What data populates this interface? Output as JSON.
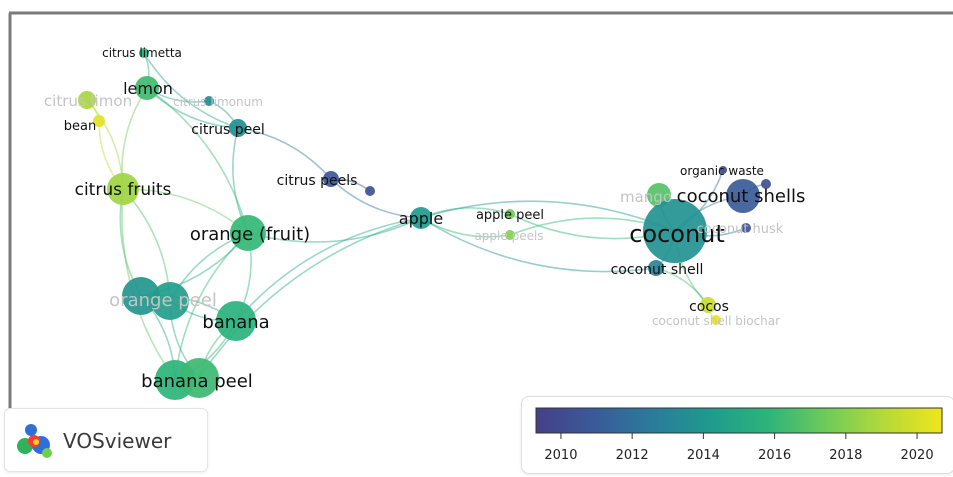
{
  "app": {
    "name": "VOSviewer"
  },
  "colors": {
    "edge": "#9ed6d0",
    "edge_blue": "#aebde2",
    "edge_yellow": "#dde98a",
    "frame": "#777777"
  },
  "network": {
    "nodes": [
      {
        "id": "citrus-limetta",
        "label": "citrus limetta",
        "year": 2015.5,
        "faded": false
      },
      {
        "id": "lemon",
        "label": "lemon",
        "year": 2016.3,
        "faded": false
      },
      {
        "id": "citrus-limon",
        "label": "citrus limon",
        "year": 2018.8,
        "faded": true
      },
      {
        "id": "citrus-limonum",
        "label": "citrus limonum",
        "year": 2013.4,
        "faded": true
      },
      {
        "id": "bean",
        "label": "bean",
        "year": 2020.3,
        "faded": false
      },
      {
        "id": "citrus-peel",
        "label": "citrus peel",
        "year": 2013.6,
        "faded": false
      },
      {
        "id": "citrus-fruits",
        "label": "citrus fruits",
        "year": 2018.6,
        "faded": false
      },
      {
        "id": "citrus-peels",
        "label": "citrus peels",
        "year": 2010.8,
        "faded": false
      },
      {
        "id": "citrus-peels-2",
        "label": "",
        "year": 2010.5,
        "faded": false
      },
      {
        "id": "orange-fruit",
        "label": "orange (fruit)",
        "year": 2016.0,
        "faded": false
      },
      {
        "id": "apple",
        "label": "apple",
        "year": 2014.2,
        "faded": false
      },
      {
        "id": "apple-peel",
        "label": "apple peel",
        "year": 2017.5,
        "faded": false
      },
      {
        "id": "apple-peels",
        "label": "apple peels",
        "year": 2018.0,
        "faded": true
      },
      {
        "id": "orange-peel",
        "label": "orange peel",
        "year": 2014.0,
        "faded": true
      },
      {
        "id": "orange-peel-2",
        "label": "",
        "year": 2014.4,
        "faded": false
      },
      {
        "id": "banana",
        "label": "banana",
        "year": 2015.6,
        "faded": false
      },
      {
        "id": "banana-peel",
        "label": "banana peel",
        "year": 2015.8,
        "faded": false
      },
      {
        "id": "banana-peel-2",
        "label": "",
        "year": 2016.2,
        "faded": false
      },
      {
        "id": "organic-waste",
        "label": "organic waste",
        "year": 2010.0,
        "faded": false
      },
      {
        "id": "mango",
        "label": "mango",
        "year": 2016.8,
        "faded": true
      },
      {
        "id": "coconut-shells",
        "label": "coconut shells",
        "year": 2011.0,
        "faded": false
      },
      {
        "id": "coconut-shells-2",
        "label": "",
        "year": 2010.4,
        "faded": false
      },
      {
        "id": "coconut",
        "label": "coconut",
        "year": 2013.8,
        "faded": false
      },
      {
        "id": "coconut-husk",
        "label": "coconut husk",
        "year": 2010.6,
        "faded": true
      },
      {
        "id": "coconut-shell",
        "label": "coconut shell",
        "year": 2013.0,
        "faded": false
      },
      {
        "id": "cocos",
        "label": "cocos",
        "year": 2019.6,
        "faded": false
      },
      {
        "id": "coconut-shell-biochar",
        "label": "coconut shell biochar",
        "year": 2020.4,
        "faded": true
      }
    ],
    "edges": [
      [
        "citrus-limetta",
        "lemon"
      ],
      [
        "lemon",
        "citrus-limonum"
      ],
      [
        "citrus-limonum",
        "citrus-peel"
      ],
      [
        "lemon",
        "citrus-fruits"
      ],
      [
        "citrus-limon",
        "citrus-fruits"
      ],
      [
        "bean",
        "citrus-fruits"
      ],
      [
        "citrus-limon",
        "bean"
      ],
      [
        "citrus-fruits",
        "orange-peel"
      ],
      [
        "citrus-fruits",
        "orange-peel-2"
      ],
      [
        "citrus-fruits",
        "banana-peel"
      ],
      [
        "citrus-fruits",
        "orange-fruit"
      ],
      [
        "citrus-peel",
        "orange-fruit"
      ],
      [
        "citrus-peel",
        "citrus-peels"
      ],
      [
        "lemon",
        "citrus-peel"
      ],
      [
        "lemon",
        "orange-fruit"
      ],
      [
        "citrus-peels",
        "apple"
      ],
      [
        "citrus-peels",
        "citrus-peels-2"
      ],
      [
        "orange-fruit",
        "apple"
      ],
      [
        "orange-fruit",
        "orange-peel"
      ],
      [
        "orange-fruit",
        "orange-peel-2"
      ],
      [
        "orange-fruit",
        "banana"
      ],
      [
        "orange-fruit",
        "banana-peel"
      ],
      [
        "orange-peel",
        "banana"
      ],
      [
        "orange-peel-2",
        "banana"
      ],
      [
        "orange-peel",
        "banana-peel"
      ],
      [
        "orange-peel-2",
        "banana-peel-2"
      ],
      [
        "banana",
        "banana-peel"
      ],
      [
        "banana",
        "banana-peel-2"
      ],
      [
        "banana",
        "apple"
      ],
      [
        "apple",
        "banana-peel-2"
      ],
      [
        "apple",
        "apple-peel"
      ],
      [
        "apple",
        "apple-peels"
      ],
      [
        "apple",
        "coconut"
      ],
      [
        "apple-peel",
        "coconut"
      ],
      [
        "apple-peels",
        "coconut"
      ],
      [
        "apple",
        "coconut-shell"
      ],
      [
        "coconut",
        "coconut-shells"
      ],
      [
        "coconut",
        "organic-waste"
      ],
      [
        "coconut",
        "mango"
      ],
      [
        "coconut",
        "coconut-husk"
      ],
      [
        "coconut",
        "coconut-shell"
      ],
      [
        "coconut",
        "cocos"
      ],
      [
        "coconut-shell",
        "cocos"
      ],
      [
        "cocos",
        "coconut-shell-biochar"
      ],
      [
        "coconut-shells",
        "coconut-shells-2"
      ],
      [
        "citrus-limetta",
        "citrus-peel"
      ]
    ]
  },
  "legend": {
    "ticks": [
      "2010",
      "2012",
      "2014",
      "2016",
      "2018",
      "2020"
    ],
    "range": [
      2009.3,
      2020.7
    ],
    "tick_values": [
      2010,
      2012,
      2014,
      2016,
      2018,
      2020
    ],
    "colors": [
      "#463f87",
      "#3a5a99",
      "#2b7b9b",
      "#1f9a8e",
      "#2db47a",
      "#6ecb5a",
      "#b4d93a",
      "#f1e51d"
    ]
  }
}
